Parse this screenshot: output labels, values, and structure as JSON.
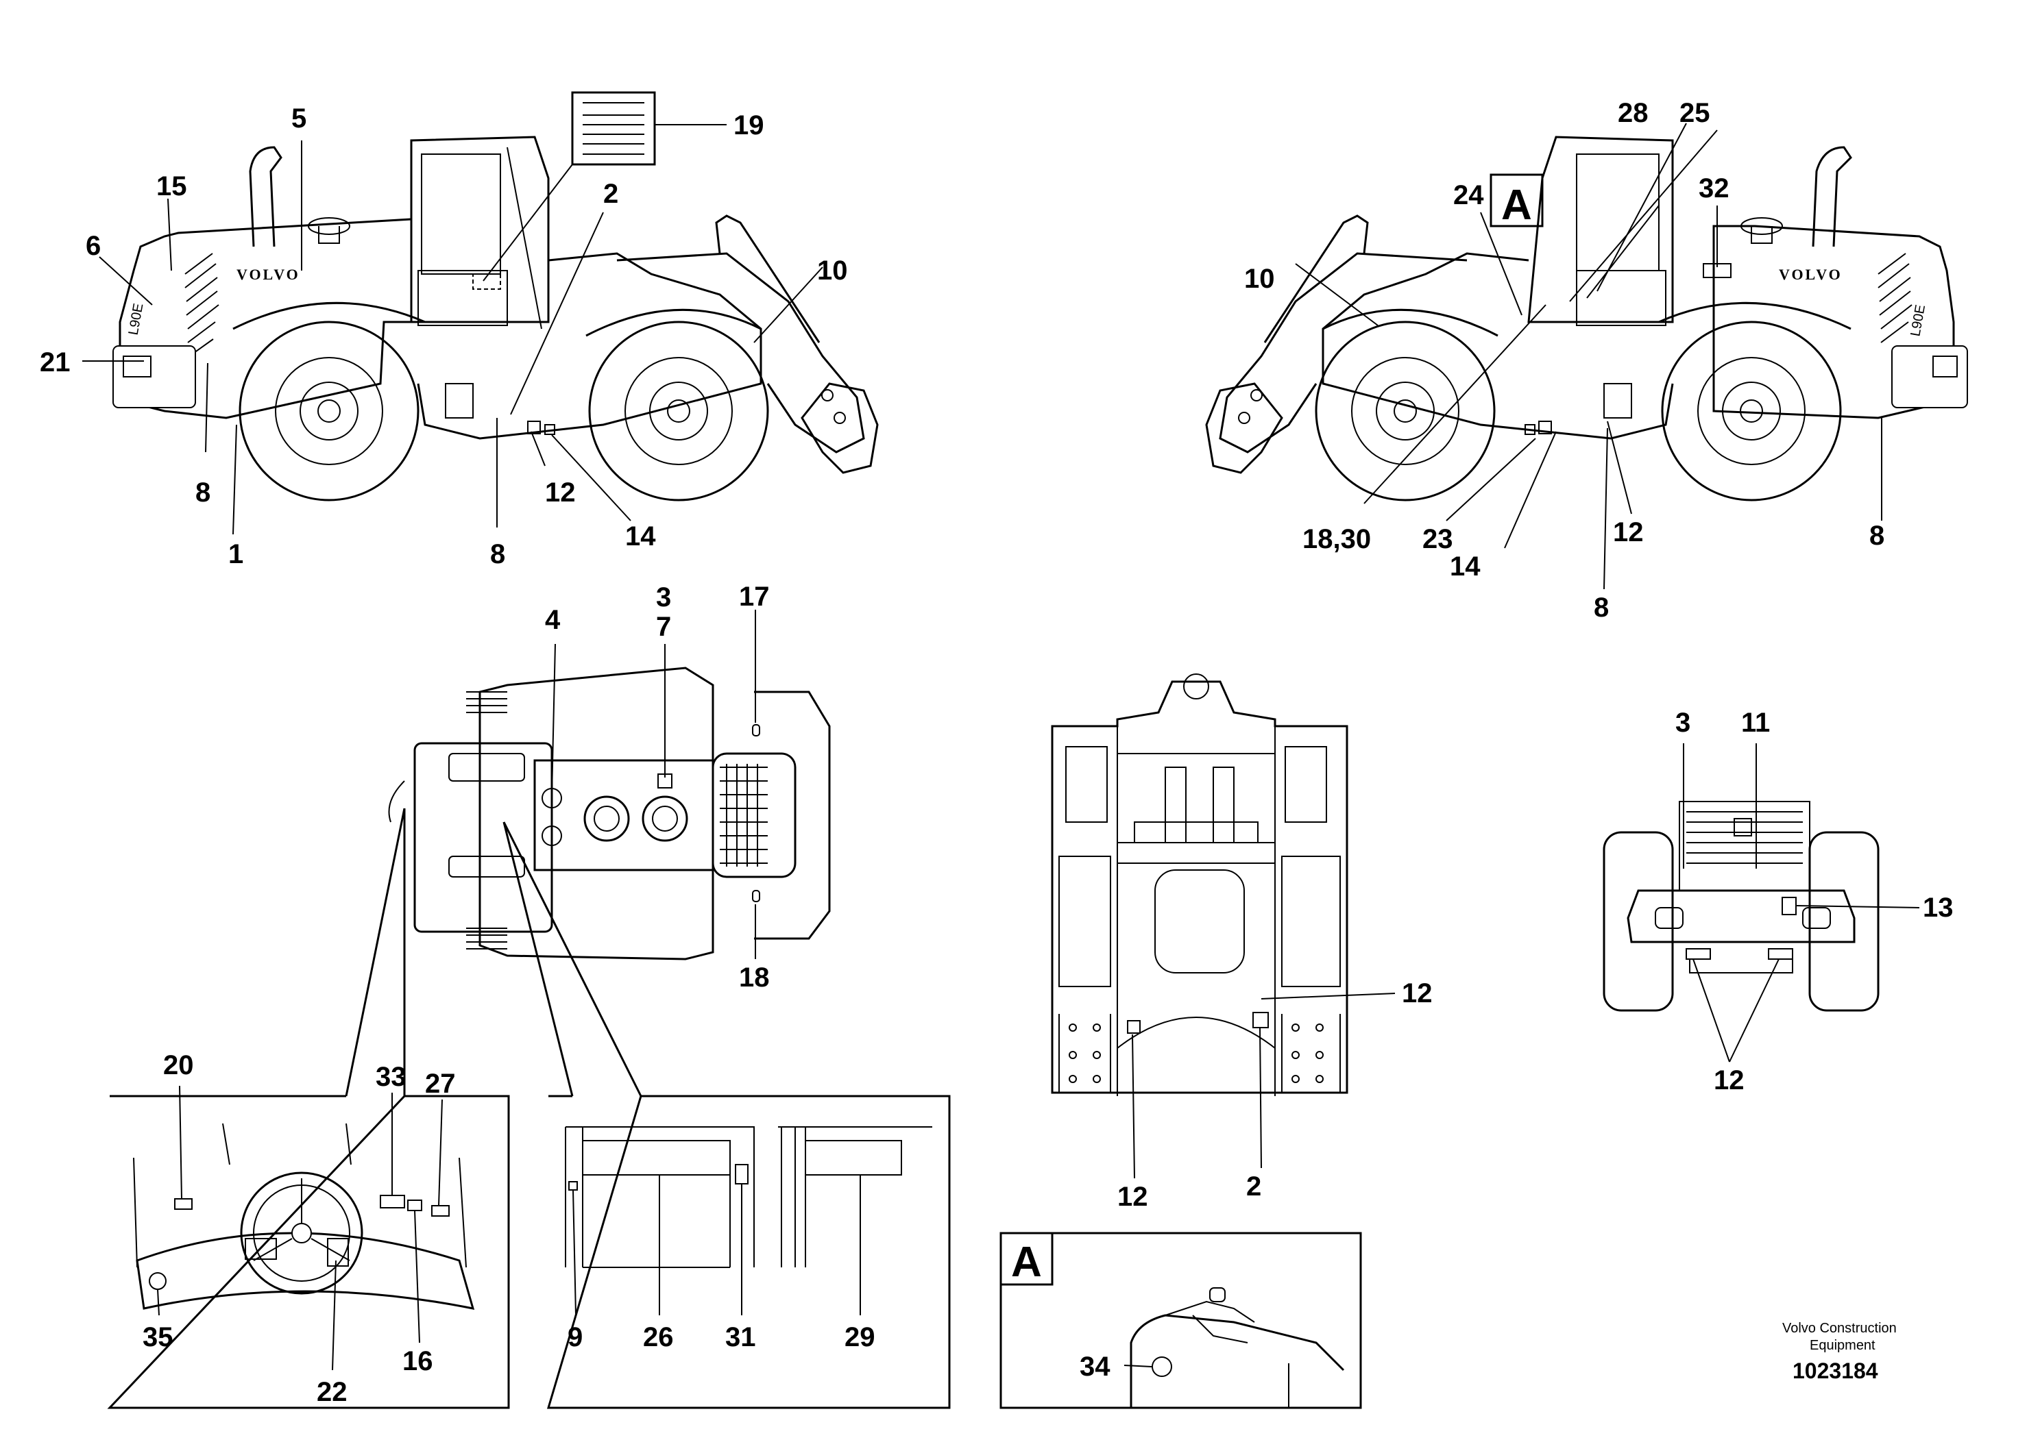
{
  "side_left": {
    "callouts": {
      "c1": "1",
      "c2": "2",
      "c5": "5",
      "c6": "6",
      "c8a": "8",
      "c8b": "8",
      "c10": "10",
      "c12": "12",
      "c14": "14",
      "c15": "15",
      "c19": "19",
      "c21": "21"
    },
    "brand": "VOLVO",
    "badge": "L90E"
  },
  "side_right": {
    "callouts": {
      "c8a": "8",
      "c8b": "8",
      "c10": "10",
      "c12": "12",
      "c14": "14",
      "c18_30": "18,30",
      "c23": "23",
      "c24": "24",
      "c25": "25",
      "c28": "28",
      "c32": "32"
    },
    "detail_letter": "A",
    "brand": "VOLVO",
    "badge": "L90E"
  },
  "top_view": {
    "callouts": {
      "c3": "3",
      "c4": "4",
      "c7": "7",
      "c17": "17",
      "c18": "18"
    }
  },
  "frame_view": {
    "callouts": {
      "c12a": "12",
      "c12b": "12",
      "c2": "2"
    }
  },
  "rear_view": {
    "callouts": {
      "c3": "3",
      "c11": "11",
      "c13": "13",
      "c12": "12"
    }
  },
  "cab_detail": {
    "callouts": {
      "c20": "20",
      "c33": "33",
      "c27": "27",
      "c35": "35",
      "c22": "22",
      "c16": "16"
    }
  },
  "door_detail": {
    "callouts": {
      "c9": "9",
      "c26": "26",
      "c31": "31",
      "c29": "29"
    }
  },
  "detail_a": {
    "letter": "A",
    "callouts": {
      "c34": "34"
    }
  },
  "footer": {
    "company_line1": "Volvo Construction",
    "company_line2": "Equipment",
    "doc_number": "1023184"
  }
}
